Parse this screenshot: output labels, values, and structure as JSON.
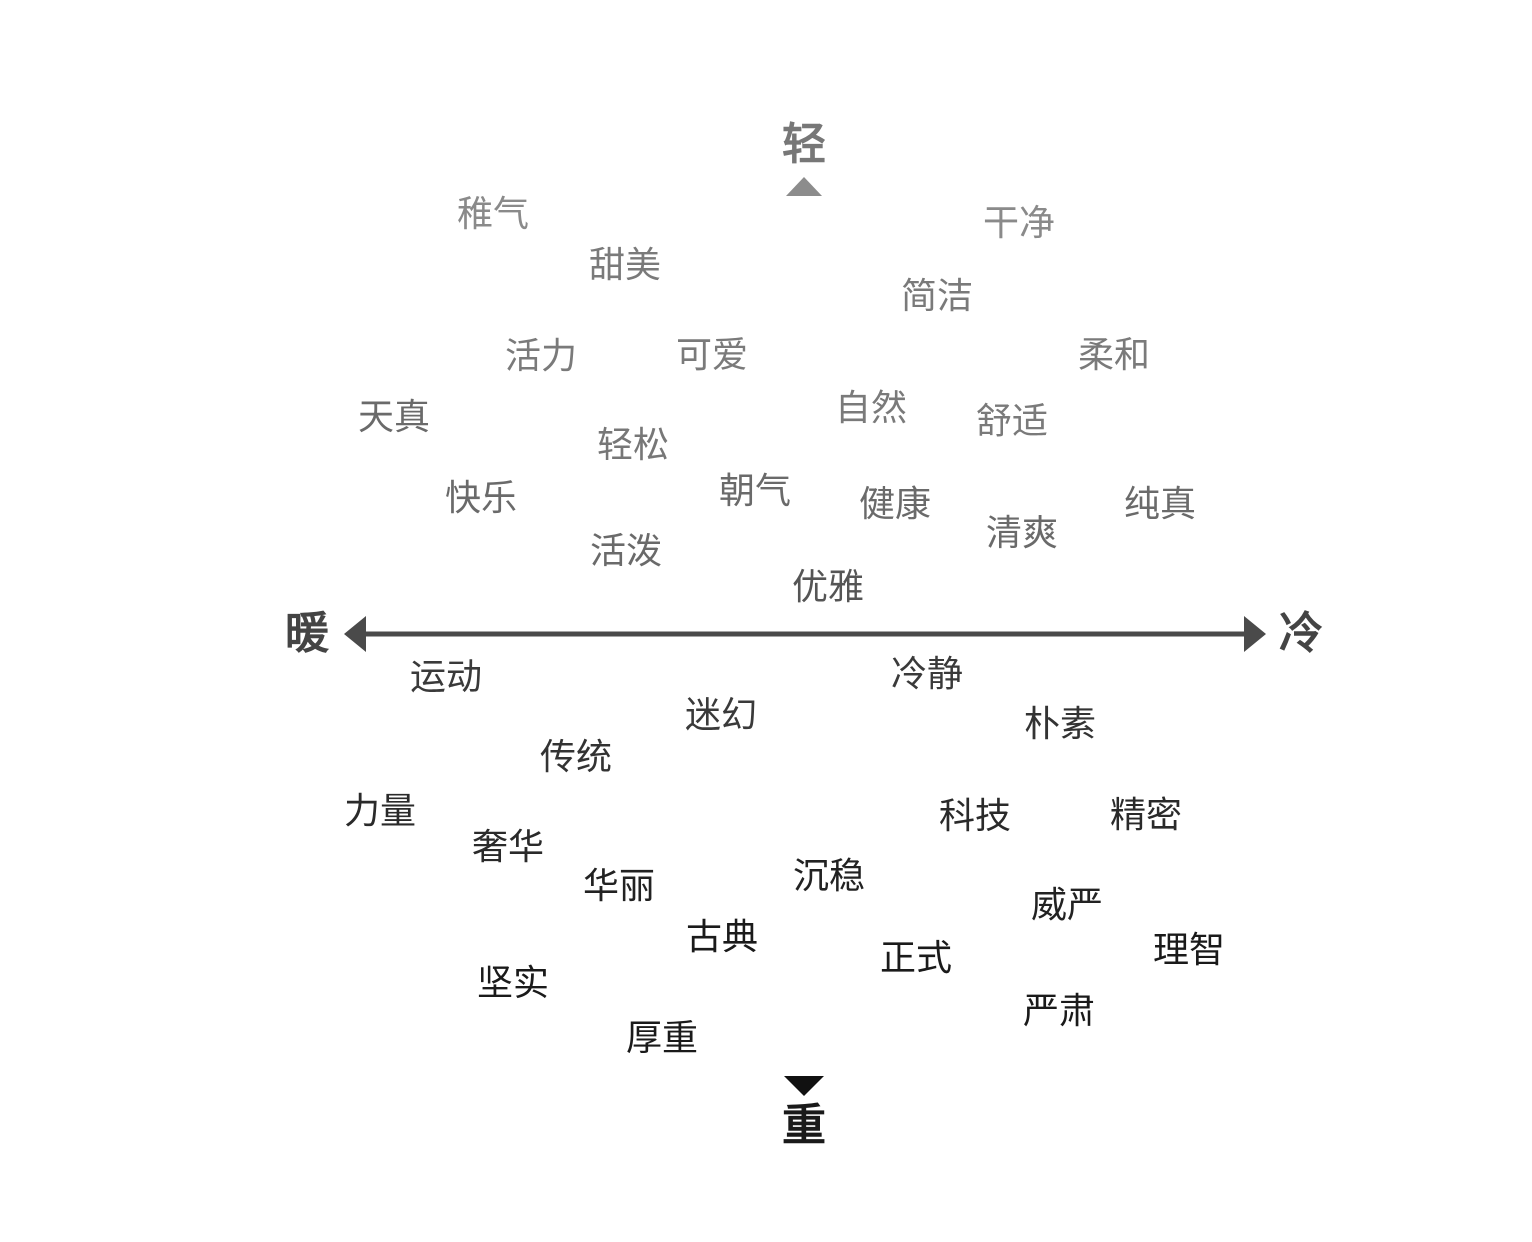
{
  "axes": {
    "top": "轻",
    "bottom": "重",
    "left": "暖",
    "right": "冷"
  },
  "colors": {
    "top_label": "#777777",
    "bottom_label": "#1a1a1a",
    "left_label": "#444444",
    "right_label": "#444444",
    "horizontal_axis": "#4a4a4a",
    "vertical_top": "#8c8c8c",
    "vertical_bottom": "#111111"
  },
  "words": [
    {
      "id": "zhiqi",
      "text": "稚气",
      "color": "#8a8a8a"
    },
    {
      "id": "tianmei",
      "text": "甜美",
      "color": "#7a7a7a"
    },
    {
      "id": "huoli",
      "text": "活力",
      "color": "#7a7a7a"
    },
    {
      "id": "keai",
      "text": "可爱",
      "color": "#7a7a7a"
    },
    {
      "id": "tianzhen",
      "text": "天真",
      "color": "#6a6a6a"
    },
    {
      "id": "qingsong",
      "text": "轻松",
      "color": "#777777"
    },
    {
      "id": "kuaile",
      "text": "快乐",
      "color": "#6a6a6a"
    },
    {
      "id": "zhaoqi",
      "text": "朝气",
      "color": "#6a6a6a"
    },
    {
      "id": "huopo",
      "text": "活泼",
      "color": "#6a6a6a"
    },
    {
      "id": "ganjing",
      "text": "干净",
      "color": "#8a8a8a"
    },
    {
      "id": "jianjie",
      "text": "简洁",
      "color": "#7a7a7a"
    },
    {
      "id": "rouhe",
      "text": "柔和",
      "color": "#7a7a7a"
    },
    {
      "id": "ziran",
      "text": "自然",
      "color": "#7a7a7a"
    },
    {
      "id": "shushi",
      "text": "舒适",
      "color": "#7a7a7a"
    },
    {
      "id": "jiankang",
      "text": "健康",
      "color": "#6a6a6a"
    },
    {
      "id": "qingshuang",
      "text": "清爽",
      "color": "#6a6a6a"
    },
    {
      "id": "chunzhen",
      "text": "纯真",
      "color": "#6a6a6a"
    },
    {
      "id": "youya",
      "text": "优雅",
      "color": "#555555"
    },
    {
      "id": "yundong",
      "text": "运动",
      "color": "#3a3a3a"
    },
    {
      "id": "mihuan",
      "text": "迷幻",
      "color": "#3a3a3a"
    },
    {
      "id": "lengjing",
      "text": "冷静",
      "color": "#3a3a3a"
    },
    {
      "id": "chuantong",
      "text": "传统",
      "color": "#333333"
    },
    {
      "id": "pusu",
      "text": "朴素",
      "color": "#333333"
    },
    {
      "id": "liliang",
      "text": "力量",
      "color": "#2a2a2a"
    },
    {
      "id": "keji",
      "text": "科技",
      "color": "#2a2a2a"
    },
    {
      "id": "jingmi",
      "text": "精密",
      "color": "#2a2a2a"
    },
    {
      "id": "shehua",
      "text": "奢华",
      "color": "#2a2a2a"
    },
    {
      "id": "huali",
      "text": "华丽",
      "color": "#222222"
    },
    {
      "id": "chenwen",
      "text": "沉稳",
      "color": "#222222"
    },
    {
      "id": "weiyan",
      "text": "威严",
      "color": "#222222"
    },
    {
      "id": "gudian",
      "text": "古典",
      "color": "#1a1a1a"
    },
    {
      "id": "zhengshi",
      "text": "正式",
      "color": "#1a1a1a"
    },
    {
      "id": "lizhi",
      "text": "理智",
      "color": "#1a1a1a"
    },
    {
      "id": "jianshi",
      "text": "坚实",
      "color": "#1a1a1a"
    },
    {
      "id": "yansu",
      "text": "严肃",
      "color": "#1a1a1a"
    },
    {
      "id": "houzhong",
      "text": "厚重",
      "color": "#1a1a1a"
    }
  ]
}
